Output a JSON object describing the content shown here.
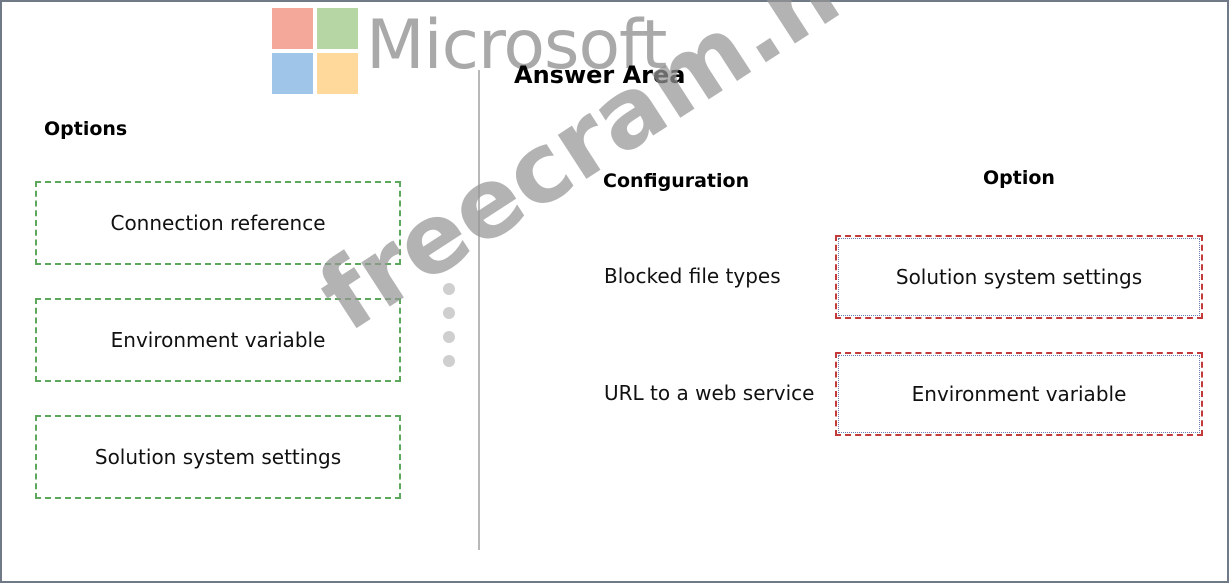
{
  "branding": {
    "logo_text": "Microsoft",
    "watermark": "freecram.net"
  },
  "options": {
    "title": "Options",
    "items": [
      "Connection reference",
      "Environment variable",
      "Solution system settings"
    ]
  },
  "answer_area": {
    "title": "Answer Area",
    "config_header": "Configuration",
    "option_header": "Option",
    "rows": [
      {
        "configuration": "Blocked file types",
        "option": "Solution system settings"
      },
      {
        "configuration": "URL to a web service",
        "option": "Environment variable"
      }
    ]
  },
  "colors": {
    "option_border": "#5ea85e",
    "answer_border": "#c23a3a"
  }
}
